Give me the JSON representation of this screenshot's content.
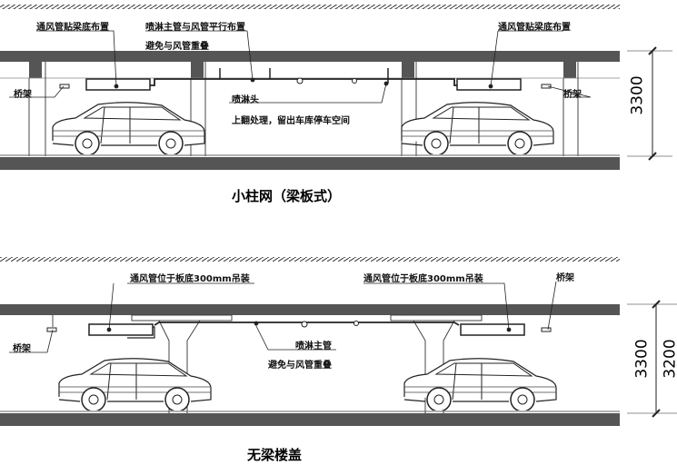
{
  "top": {
    "labels": {
      "duct_left": "通风管贴梁底布置",
      "sprinkler_main": "喷淋主管与风管平行布置",
      "avoid": "避免与风管重叠",
      "duct_right": "通风管贴梁底布置",
      "tray_left": "桥架",
      "tray_right": "桥架",
      "head": "喷淋头",
      "raise": "上翻处理，留出车库停车空间"
    },
    "dimension": "3300",
    "caption": "小柱网（梁板式）"
  },
  "bottom": {
    "labels": {
      "duct_left": "通风管位于板底300mm吊装",
      "duct_right": "通风管位于板底300mm吊装",
      "tray_left": "桥架",
      "tray_right": "桥架",
      "sprinkler_main": "喷淋主管",
      "avoid": "避免与风管重叠"
    },
    "dimensions": [
      "3300",
      "3200"
    ],
    "caption": "无梁楼盖"
  },
  "colors": {
    "slab": "#555555",
    "line": "#222222"
  }
}
